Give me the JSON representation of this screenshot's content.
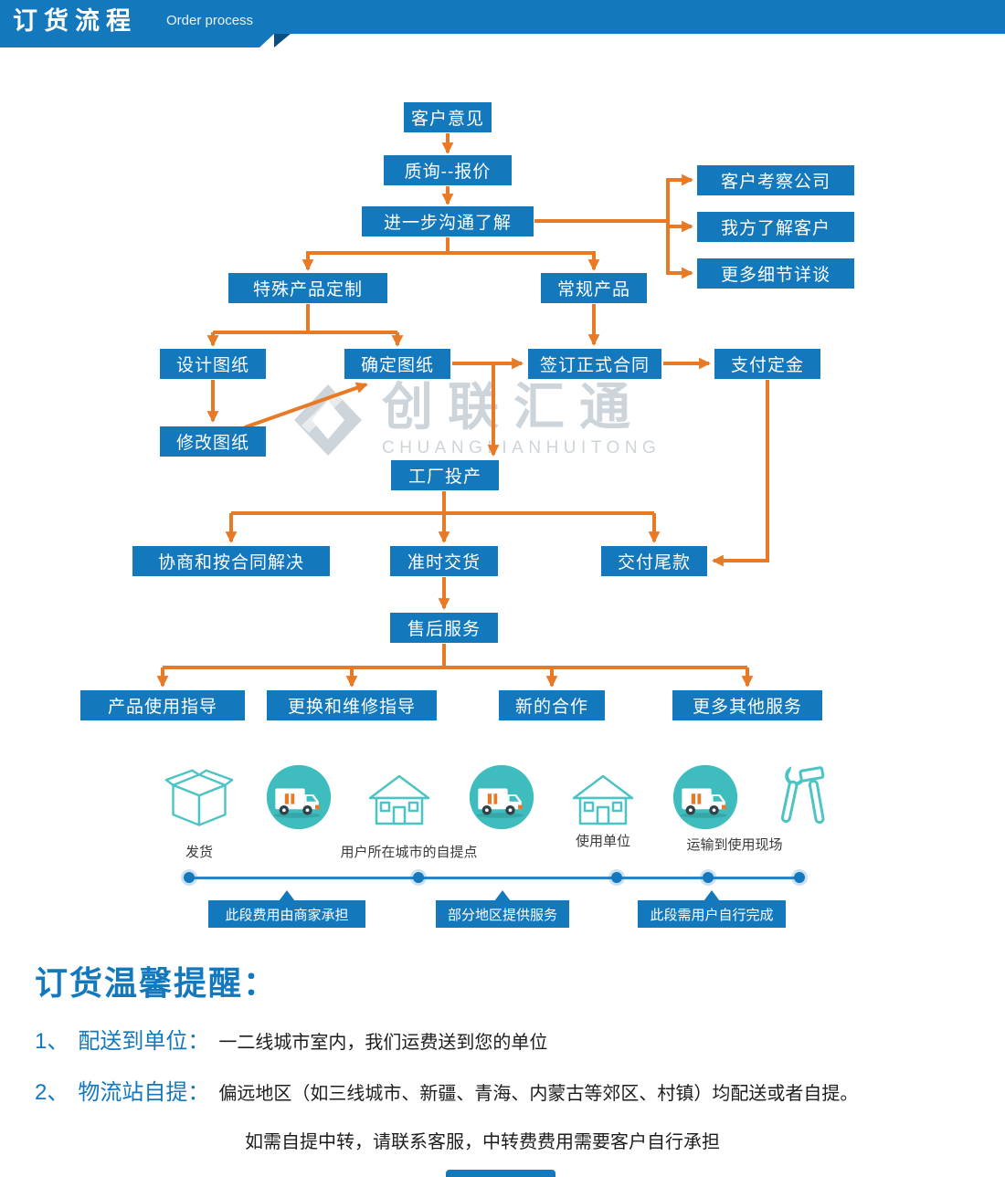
{
  "header": {
    "title": "订货流程",
    "subtitle": "Order process"
  },
  "flow": {
    "nodes": {
      "feedback": "客户意见",
      "quote": "质询--报价",
      "communicate": "进一步沟通了解",
      "visit": "客户考察公司",
      "know": "我方了解客户",
      "details": "更多细节详谈",
      "custom": "特殊产品定制",
      "regular": "常规产品",
      "design": "设计图纸",
      "confirm": "确定图纸",
      "sign": "签订正式合同",
      "deposit": "支付定金",
      "modify": "修改图纸",
      "produce": "工厂投产",
      "negotiate": "协商和按合同解决",
      "ontime": "准时交货",
      "balance": "交付尾款",
      "aftersale": "售后服务",
      "guide": "产品使用指导",
      "repair": "更换和维修指导",
      "newcoop": "新的合作",
      "moreserv": "更多其他服务"
    }
  },
  "watermark": {
    "text": "创联汇通",
    "subtext": "CHUANGLIANHUITONG"
  },
  "shipping": {
    "labels": {
      "ship": "发货",
      "pickup": "用户所在城市的自提点",
      "unit": "使用单位",
      "transport": "运输到使用现场"
    },
    "tags": {
      "merchant": "此段费用由商家承担",
      "partial": "部分地区提供服务",
      "user": "此段需用户自行完成"
    }
  },
  "notice": {
    "title": "订货温馨提醒：",
    "items": [
      {
        "num": "1、",
        "head": "配送到单位：",
        "body": "一二线城市室内，我们运费送到您的单位"
      },
      {
        "num": "2、",
        "head": "物流站自提：",
        "body": "偏远地区（如三线城市、新疆、青海、内蒙古等郊区、村镇）均配送或者自提。"
      }
    ],
    "note": "如需自提中转，请联系客服，中转费费用需要客户自行承担"
  },
  "colors": {
    "primary": "#1478bd",
    "orange": "#e87a26",
    "teal": "#3fbdbe"
  }
}
